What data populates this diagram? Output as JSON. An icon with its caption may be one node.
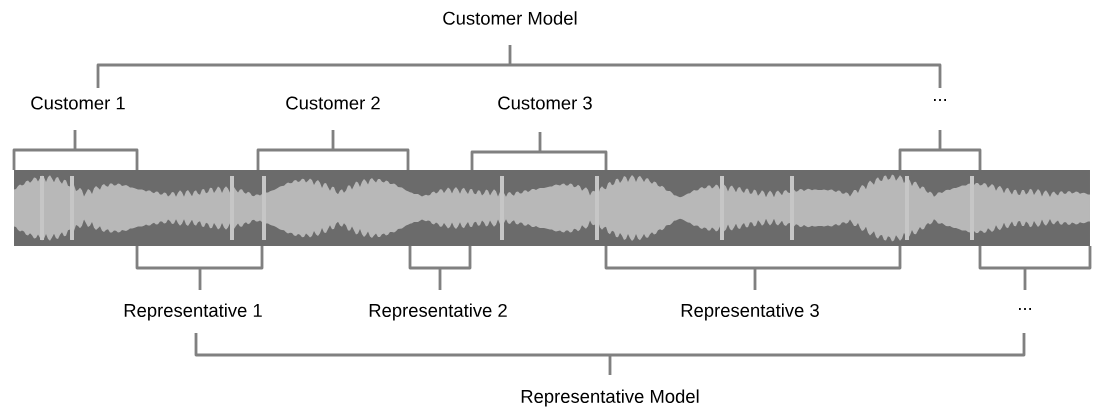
{
  "diagram": {
    "labels": [
      "Customer Model",
      "Customer 1",
      "Customer 2",
      "Customer 3",
      "...",
      "Representative 1",
      "Representative 2",
      "Representative 3",
      "...",
      "Representative Model"
    ]
  }
}
